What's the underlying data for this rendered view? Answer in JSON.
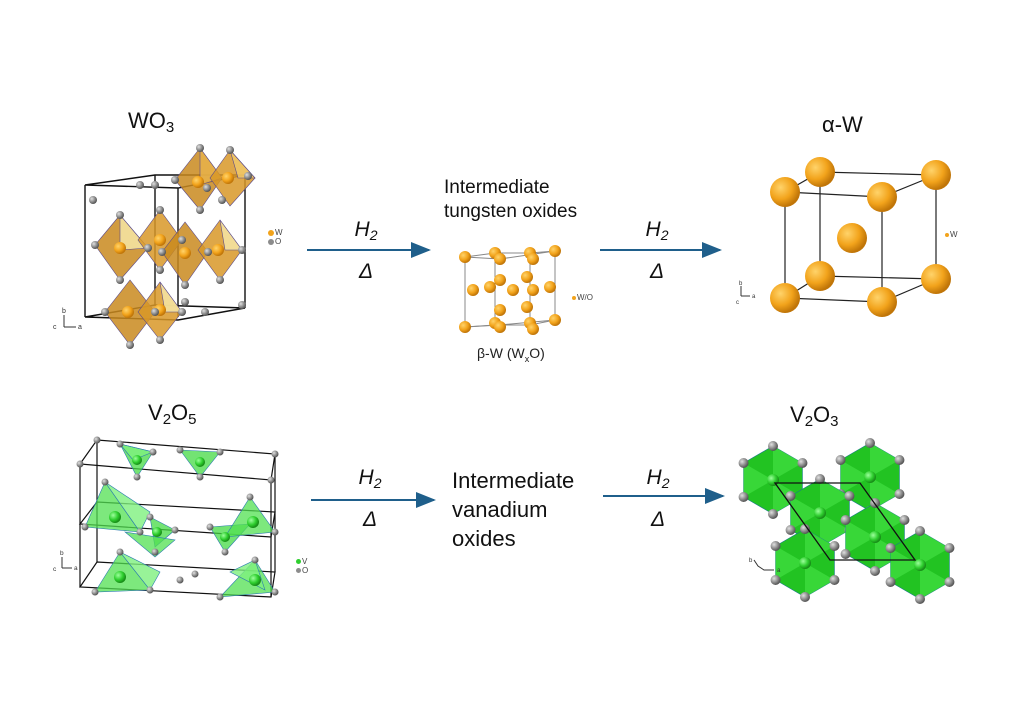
{
  "colors": {
    "arrow": "#1f5f8b",
    "tungsten": "#f2a31b",
    "oxygen": "#8c8c8c",
    "vanadium": "#3cd63c",
    "cell_line": "#111111"
  },
  "tungsten_row": {
    "start": {
      "formula": "WO",
      "subscript": "3",
      "legend": [
        "W",
        "O"
      ],
      "axes": [
        "b",
        "c",
        "a"
      ]
    },
    "arrow1": {
      "top": "H",
      "top_sub": "2",
      "bottom": "Δ"
    },
    "intermediate": {
      "title_line1": "Intermediate",
      "title_line2": "tungsten oxides",
      "caption_pre": "β-W (W",
      "caption_sub": "x",
      "caption_post": "O)",
      "legend": "W/O"
    },
    "arrow2": {
      "top": "H",
      "top_sub": "2",
      "bottom": "Δ"
    },
    "end": {
      "formula": "α-W",
      "legend": "W",
      "axes": [
        "b",
        "c",
        "a"
      ]
    }
  },
  "vanadium_row": {
    "start": {
      "formula_pre": "V",
      "sub1": "2",
      "formula_mid": "O",
      "sub2": "5",
      "legend": [
        "V",
        "O"
      ],
      "axes": [
        "b",
        "c",
        "a"
      ]
    },
    "arrow1": {
      "top": "H",
      "top_sub": "2",
      "bottom": "Δ"
    },
    "intermediate": {
      "line1": "Intermediate",
      "line2": "vanadium",
      "line3": "oxides"
    },
    "arrow2": {
      "top": "H",
      "top_sub": "2",
      "bottom": "Δ"
    },
    "end": {
      "formula_pre": "V",
      "sub1": "2",
      "formula_mid": "O",
      "sub2": "3",
      "axes": [
        "b",
        "a"
      ]
    }
  }
}
